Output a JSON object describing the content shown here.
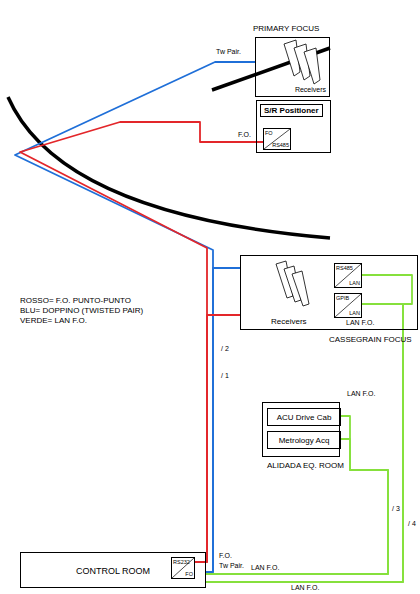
{
  "diagram": {
    "nodes": [
      {
        "text": [
          "PRIMARY FOCUS",
          "Receivers"
        ]
      },
      {
        "text": [
          "S/R Positioner"
        ]
      },
      {
        "text": [
          "FO",
          "RS485"
        ],
        "in": 1
      },
      {
        "text": [
          "Receivers",
          "CASSEGRAIN FOCUS"
        ]
      },
      {
        "text": [
          "RS485",
          "LAN"
        ],
        "in": 3
      },
      {
        "text": [
          "GPIB",
          "LAN"
        ],
        "in": 3
      },
      {
        "text": [
          "ALIDADA EQ. ROOM"
        ]
      },
      {
        "text": [
          "ACU Drive Cab"
        ],
        "in": 6
      },
      {
        "text": [
          "Metrology Acq"
        ],
        "in": 6
      },
      {
        "text": [
          "CONTROL ROOM"
        ]
      },
      {
        "text": [
          "RS232",
          "FO"
        ],
        "in": 9
      }
    ],
    "edges": [
      {
        "from": 9,
        "to": 0,
        "arrow": "none"
      },
      {
        "from": 9,
        "to": 3,
        "arrow": "none"
      },
      {
        "from": 10,
        "to": 2,
        "arrow": "none"
      },
      {
        "from": 10,
        "to": 3,
        "arrow": "none"
      },
      {
        "from": 9,
        "to": 4,
        "arrow": "none"
      },
      {
        "from": 9,
        "to": 5,
        "arrow": "none"
      },
      {
        "from": 9,
        "to": 7,
        "arrow": "none"
      },
      {
        "from": 9,
        "to": 8,
        "arrow": "none"
      }
    ],
    "labels": [
      "Tw Pair.",
      "F.O.",
      "LAN F.O.",
      "/ 2",
      "/ 1",
      "LAN F.O.",
      "/ 3",
      "/ 4",
      "F.O.",
      "Tw Pair.",
      "LAN F.O.",
      "LAN F.O."
    ],
    "legend": [
      {
        "text": "ROSSO= F.O. PUNTO-PUNTO"
      },
      {
        "text": "BLU= DOPPINO (TWISTED PAIR)"
      },
      {
        "text": "VERDE= LAN F.O."
      }
    ]
  }
}
